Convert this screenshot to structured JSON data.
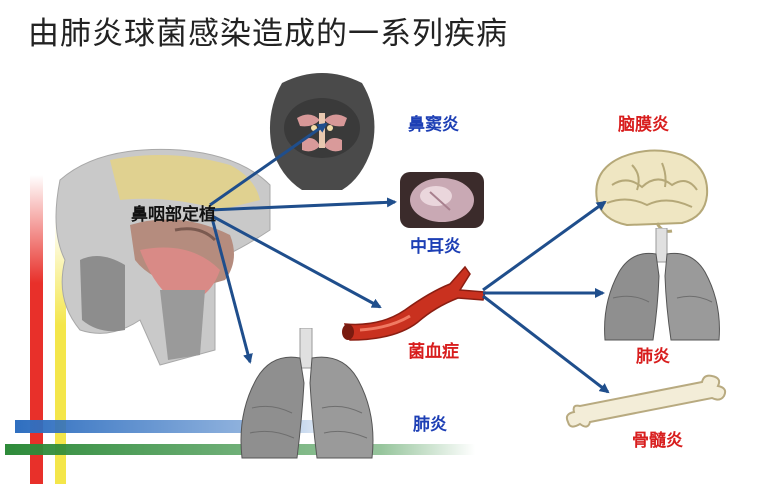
{
  "title": "由肺炎球菌感染造成的一系列疾病",
  "source_label": "鼻咽部定植",
  "labels": {
    "sinusitis": "鼻窦炎",
    "otitis_media": "中耳炎",
    "bacteremia": "菌血症",
    "pneumonia_left": "肺炎",
    "meningitis": "脑膜炎",
    "pneumonia_right": "肺炎",
    "osteomyelitis": "骨髓炎"
  },
  "colors": {
    "arrow": "#1f4e8c",
    "label_blue": "#1d3fb5",
    "label_red": "#d81e1e",
    "deco_red": "#e8302a",
    "deco_yellow": "#f4e64a",
    "deco_blue": "#2f6fc0",
    "deco_green": "#2e8b3a"
  },
  "icons": [
    "head-section-icon",
    "sinus-face-icon",
    "ear-drum-icon",
    "blood-vessel-icon",
    "lungs-icon",
    "brain-icon",
    "bone-icon"
  ]
}
